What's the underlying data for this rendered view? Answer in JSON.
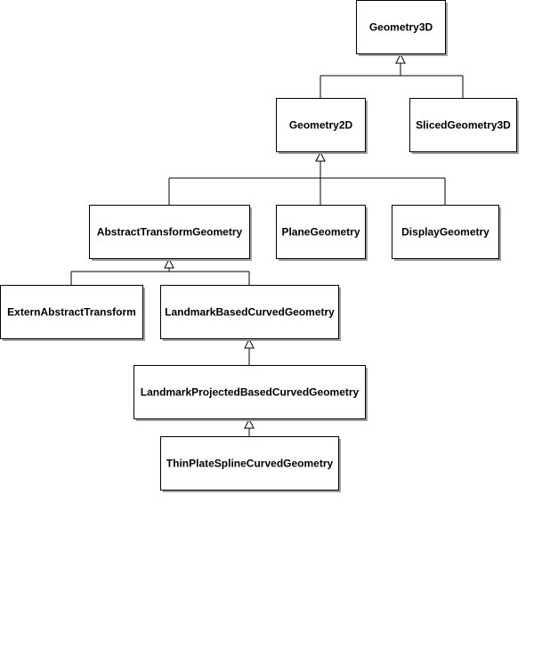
{
  "nodes": [
    {
      "id": "geometry3d",
      "label": "Geometry3D"
    },
    {
      "id": "geometry2d",
      "label": "Geometry2D"
    },
    {
      "id": "slicedgeometry3d",
      "label": "SlicedGeometry3D"
    },
    {
      "id": "abstracttransformgeometry",
      "label": "AbstractTransformGeometry"
    },
    {
      "id": "planegeometry",
      "label": "PlaneGeometry"
    },
    {
      "id": "displaygeometry",
      "label": "DisplayGeometry"
    },
    {
      "id": "externabstracttransform",
      "label": "ExternAbstractTransform"
    },
    {
      "id": "landmarkbasedcurvedgeometry",
      "label": "LandmarkBasedCurvedGeometry"
    },
    {
      "id": "landmarkprojectedbasedcurvedgeometry",
      "label": "LandmarkProjectedBasedCurvedGeometry"
    },
    {
      "id": "thinplatesplinecurvedgeometry",
      "label": "ThinPlateSplineCurvedGeometry"
    }
  ],
  "inheritance": [
    {
      "parent": "geometry3d",
      "children": [
        "geometry2d",
        "slicedgeometry3d"
      ]
    },
    {
      "parent": "geometry2d",
      "children": [
        "abstracttransformgeometry",
        "planegeometry",
        "displaygeometry"
      ]
    },
    {
      "parent": "abstracttransformgeometry",
      "children": [
        "externabstracttransform",
        "landmarkbasedcurvedgeometry"
      ]
    },
    {
      "parent": "landmarkbasedcurvedgeometry",
      "children": [
        "landmarkprojectedbasedcurvedgeometry"
      ]
    },
    {
      "parent": "landmarkprojectedbasedcurvedgeometry",
      "children": [
        "thinplatesplinecurvedgeometry"
      ]
    }
  ]
}
